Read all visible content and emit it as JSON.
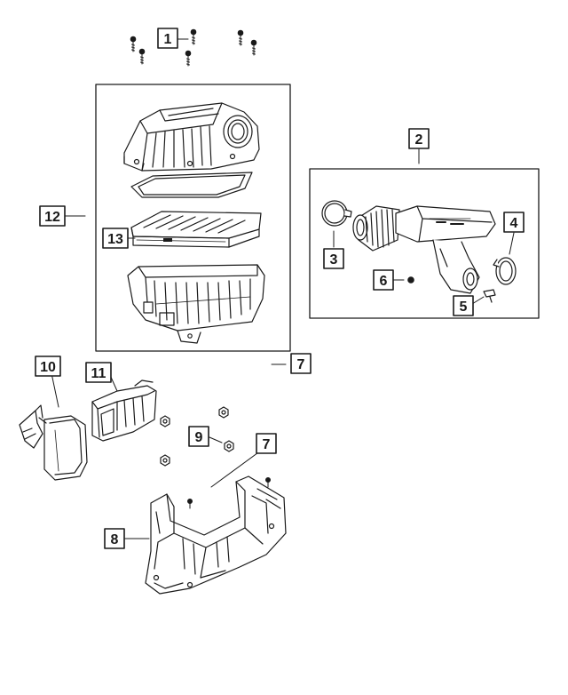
{
  "callouts": [
    {
      "id": "c1",
      "label": "1"
    },
    {
      "id": "c2",
      "label": "2"
    },
    {
      "id": "c3",
      "label": "3"
    },
    {
      "id": "c4",
      "label": "4"
    },
    {
      "id": "c5",
      "label": "5"
    },
    {
      "id": "c6",
      "label": "6"
    },
    {
      "id": "c7a",
      "label": "7"
    },
    {
      "id": "c7b",
      "label": "7"
    },
    {
      "id": "c8",
      "label": "8"
    },
    {
      "id": "c9",
      "label": "9"
    },
    {
      "id": "c10",
      "label": "10"
    },
    {
      "id": "c11",
      "label": "11"
    },
    {
      "id": "c12",
      "label": "12"
    },
    {
      "id": "c13",
      "label": "13"
    }
  ],
  "colors": {
    "line": "#1a1a1a",
    "background": "#ffffff",
    "shade": "#d9d9d9"
  }
}
